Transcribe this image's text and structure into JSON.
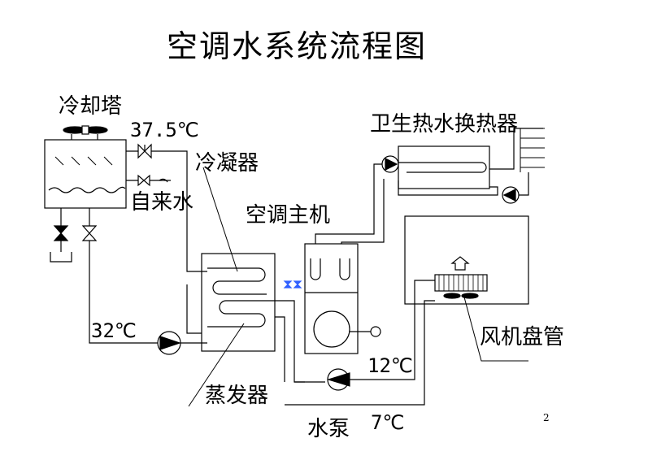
{
  "title": "空调水系统流程图",
  "labels": {
    "cooling_tower": "冷却塔",
    "temp_37_5": "37.5℃",
    "condenser": "冷凝器",
    "tap_water": "自来水",
    "chiller": "空调主机",
    "temp_32": "32℃",
    "evaporator": "蒸发器",
    "temp_12": "12℃",
    "temp_7": "7℃",
    "water_pump": "水泵",
    "fan_coil": "风机盘管",
    "hot_water_exchanger": "卫生热水换热器"
  },
  "page_number": "2"
}
